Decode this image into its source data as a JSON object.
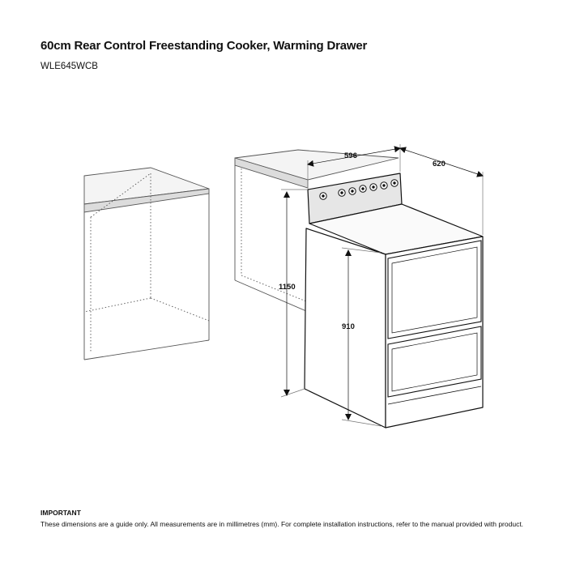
{
  "header": {
    "title": "60cm Rear Control Freestanding Cooker, Warming Drawer",
    "model": "WLE645WCB"
  },
  "dimensions": {
    "width": "596",
    "depth": "620",
    "total_height": "1150",
    "body_height": "910"
  },
  "notice": {
    "label": "IMPORTANT",
    "text": "These dimensions are a guide only. All measurements are in millimetres (mm). For complete installation instructions, refer to the manual provided with product."
  }
}
